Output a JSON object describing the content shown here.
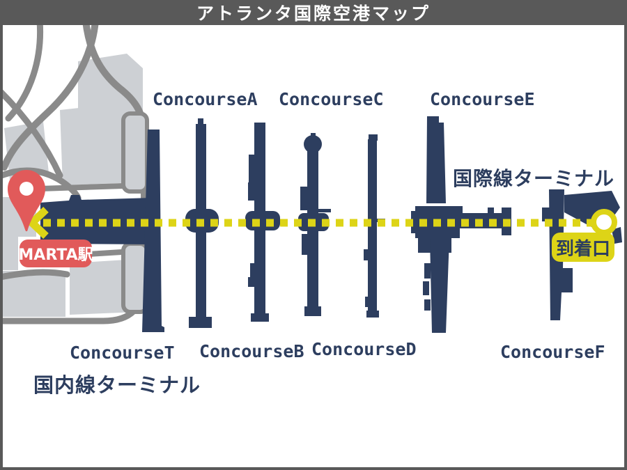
{
  "title": "アトランタ国際空港マップ",
  "labels": {
    "concourse_t": "ConcourseT",
    "concourse_a": "ConcourseA",
    "concourse_b": "ConcourseB",
    "concourse_c": "ConcourseC",
    "concourse_d": "ConcourseD",
    "concourse_e": "ConcourseE",
    "concourse_f": "ConcourseF",
    "international_terminal": "国際線ターミナル",
    "domestic_terminal": "国内線ターミナル",
    "marta_station": "MARTA駅",
    "arrival_gate": "到着口"
  },
  "icons": {
    "marta_pin": "map-pin",
    "route_arrow": "arrow-left-chevron",
    "route_end": "circle-ring"
  },
  "colors": {
    "navy_terminal": "#2d3e5f",
    "route_yellow": "#ddd417",
    "pin_red": "#e15a5a",
    "road_gray": "#8a8a8a",
    "block_gray": "#cdd0d4",
    "frame_gray": "#595959",
    "background": "#ffffff",
    "title_text": "#ffffff"
  }
}
